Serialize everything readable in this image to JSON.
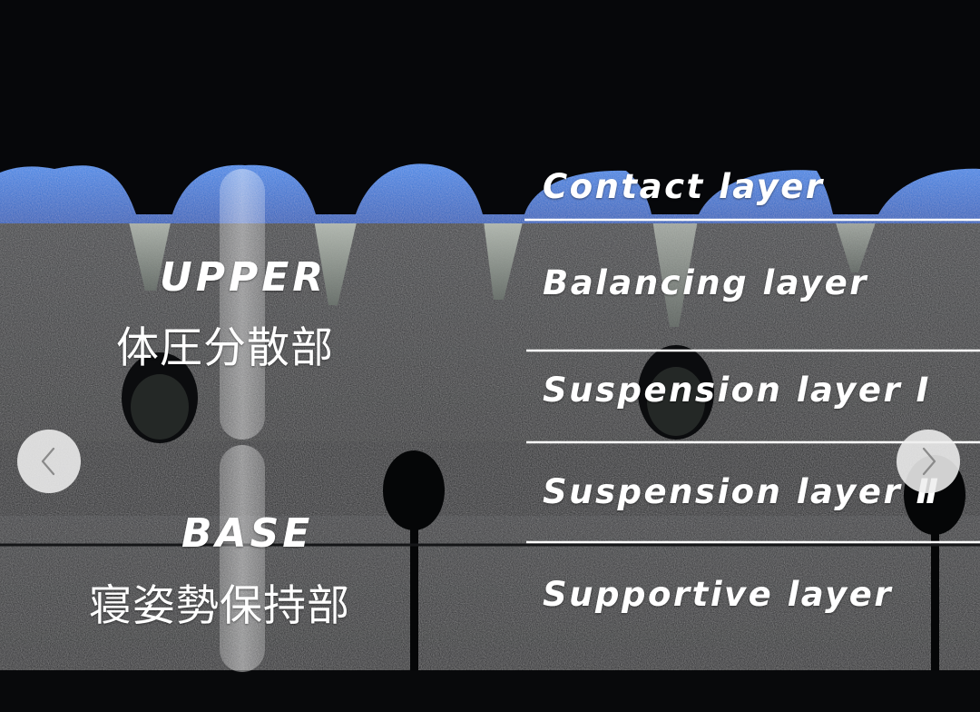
{
  "layers": [
    {
      "name": "Contact layer"
    },
    {
      "name": "Balancing layer"
    },
    {
      "name": "Suspension layer Ⅰ"
    },
    {
      "name": "Suspension layer Ⅱ"
    },
    {
      "name": "Supportive layer"
    }
  ],
  "groups": {
    "upper": {
      "title": "UPPER",
      "subtitle": "体圧分散部"
    },
    "base": {
      "title": "BASE",
      "subtitle": "寝姿勢保持部"
    }
  },
  "nav": {
    "prev_icon": "chevron-left-icon",
    "next_icon": "chevron-right-icon"
  },
  "colors": {
    "background": "#06070a",
    "contact_foam": "#2f6fd0",
    "core_foam": "#2c2d30",
    "divider_line": "#ffffff",
    "nav_button": "#eeeeee"
  }
}
